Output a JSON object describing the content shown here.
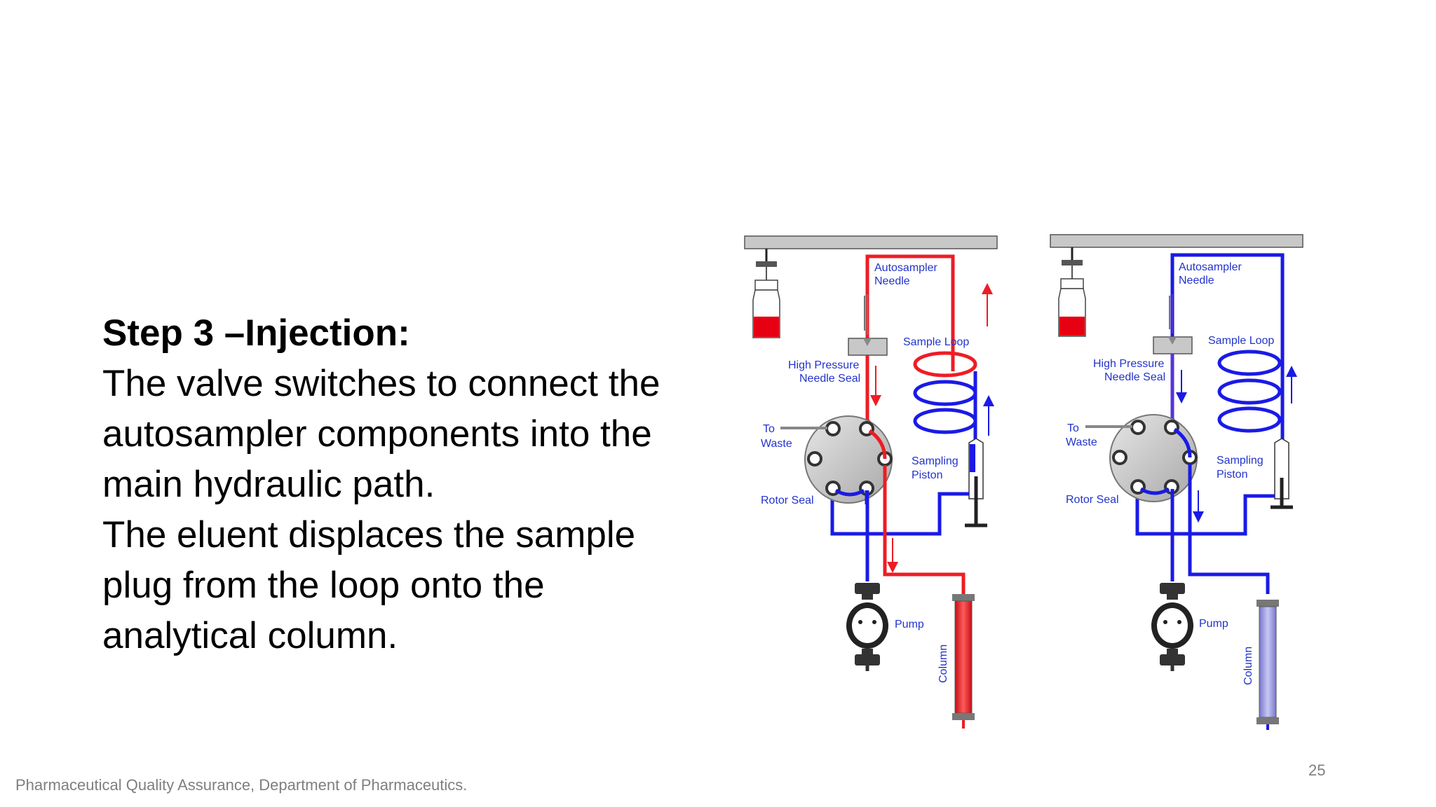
{
  "slide": {
    "heading": "Step 3 –Injection:",
    "lines": [
      "The valve switches to connect the",
      "autosampler components into the",
      "main hydraulic path.",
      "The eluent displaces the sample",
      "plug from the loop onto the",
      "analytical column."
    ],
    "footer": "Pharmaceutical Quality Assurance, Department of Pharmaceutics.",
    "page_number": "25"
  },
  "diagrams": [
    {
      "labels": {
        "needle": [
          "Autosampler",
          "Needle"
        ],
        "seal": [
          "High Pressure",
          "Needle Seal"
        ],
        "loop": "Sample Loop",
        "waste": [
          "To",
          "Waste"
        ],
        "piston": [
          "Sampling",
          "Piston"
        ],
        "rotor": "Rotor Seal",
        "pump": "Pump",
        "column": "Column"
      }
    },
    {
      "labels": {
        "needle": [
          "Autosampler",
          "Needle"
        ],
        "seal": [
          "High Pressure",
          "Needle Seal"
        ],
        "loop": "Sample Loop",
        "waste": [
          "To",
          "Waste"
        ],
        "piston": [
          "Sampling",
          "Piston"
        ],
        "rotor": "Rotor Seal",
        "pump": "Pump",
        "column": "Column"
      }
    }
  ],
  "colors": {
    "red_path": "#ee1c25",
    "blue_path": "#1a1ae6",
    "purple_path": "#5533dd",
    "label_text": "#2233cc",
    "column_right": "#9999ee"
  }
}
